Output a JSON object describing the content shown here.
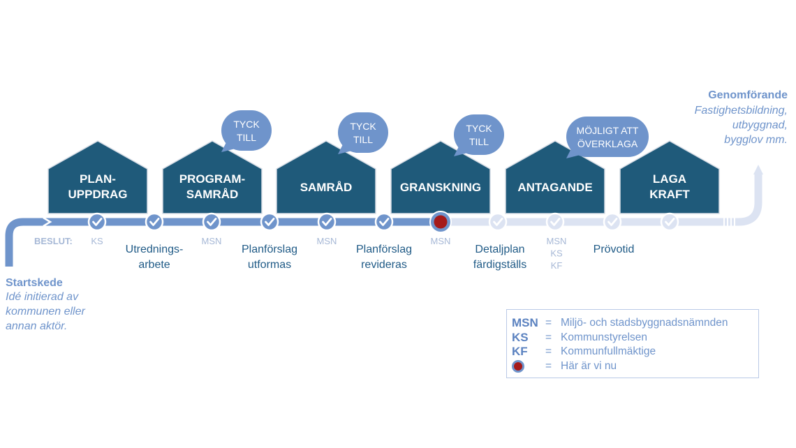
{
  "houses": [
    {
      "line1": "PLAN-",
      "line2": "UPPDRAG"
    },
    {
      "line1": "PROGRAM-",
      "line2": "SAMRÅD"
    },
    {
      "line1": "SAMRÅD",
      "line2": ""
    },
    {
      "line1": "GRANSKNING",
      "line2": ""
    },
    {
      "line1": "ANTAGANDE",
      "line2": ""
    },
    {
      "line1": "LAGA",
      "line2": "KRAFT"
    }
  ],
  "bubbles": [
    {
      "line1": "TYCK",
      "line2": "TILL"
    },
    {
      "line1": "TYCK",
      "line2": "TILL"
    },
    {
      "line1": "TYCK",
      "line2": "TILL"
    },
    {
      "line1": "MÖJLIGT ATT",
      "line2": "ÖVERKLAGA"
    }
  ],
  "timeline": {
    "beslut_label": "BESLUT:",
    "decisions": [
      {
        "lines": [
          "KS"
        ]
      },
      {
        "lines": [
          "MSN"
        ]
      },
      {
        "lines": [
          "MSN"
        ]
      },
      {
        "lines": [
          "MSN"
        ]
      },
      {
        "lines": [
          "MSN",
          "KS",
          "KF"
        ]
      }
    ],
    "steps": [
      {
        "line1": "Utrednings-",
        "line2": "arbete"
      },
      {
        "line1": "Planförslag",
        "line2": "utformas"
      },
      {
        "line1": "Planförslag",
        "line2": "revideras"
      },
      {
        "line1": "Detaljplan",
        "line2": "färdigställs"
      },
      {
        "line1": "Prövotid",
        "line2": ""
      }
    ],
    "current_stage": "GRANSKNING"
  },
  "start": {
    "title": "Startskede",
    "lines": [
      "Idé initierad av",
      "kommunen eller",
      "annan aktör."
    ]
  },
  "end": {
    "title": "Genomförande",
    "lines": [
      "Fastighetsbildning,",
      "utbyggnad,",
      "bygglov mm."
    ]
  },
  "legend": [
    {
      "abbr": "MSN",
      "sep": "=",
      "text": "Miljö- och stadsbyggnadsnämnden"
    },
    {
      "abbr": "KS",
      "sep": "=",
      "text": "Kommunstyrelsen"
    },
    {
      "abbr": "KF",
      "sep": "=",
      "text": "Kommunfullmäktige"
    },
    {
      "abbr": "",
      "sep": "=",
      "text": "Här är vi nu"
    }
  ],
  "colors": {
    "house": "#1f5a7a",
    "bubble": "#6f94cb",
    "track_done": "#6f94cb",
    "track_future": "#dce3f2",
    "current_dot": "#a51a1a"
  }
}
